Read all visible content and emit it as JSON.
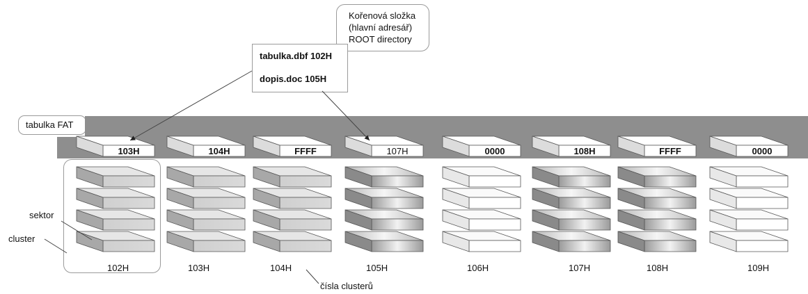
{
  "root_callout": {
    "line1": "Kořenová složka",
    "line2": "(hlavní adresář)",
    "line3": "ROOT directory"
  },
  "directory": {
    "entry1": "tabulka.dbf 102H",
    "entry2": "dopis.doc 105H"
  },
  "fat_label": "tabulka FAT",
  "fat_entries": [
    {
      "value": "103H",
      "bold": true
    },
    {
      "value": "104H",
      "bold": true
    },
    {
      "value": "FFFF",
      "bold": true
    },
    {
      "value": "107H",
      "bold": false
    },
    {
      "value": "0000",
      "bold": true
    },
    {
      "value": "108H",
      "bold": true
    },
    {
      "value": "FFFF",
      "bold": true
    },
    {
      "value": "0000",
      "bold": true
    }
  ],
  "clusters": [
    {
      "number": "102H",
      "state": "used"
    },
    {
      "number": "103H",
      "state": "used"
    },
    {
      "number": "104H",
      "state": "used"
    },
    {
      "number": "105H",
      "state": "shaded"
    },
    {
      "number": "106H",
      "state": "free"
    },
    {
      "number": "107H",
      "state": "shaded"
    },
    {
      "number": "108H",
      "state": "shaded"
    },
    {
      "number": "109H",
      "state": "free"
    }
  ],
  "labels": {
    "sektor": "sektor",
    "cluster": "cluster",
    "cluster_numbers": "čísla clusterů"
  },
  "colors": {
    "fat_band": "#8e8e8e",
    "used_top": "#e6e6e6",
    "used_front": "#cfcfcf",
    "used_side": "#a8a8a8",
    "shaded_top": "#d8d8d8",
    "shaded_front": "#b4b4b4",
    "shaded_side": "#8a8a8a",
    "free_top": "#fafafa",
    "free_front": "#ffffff",
    "free_side": "#e8e8e8",
    "stroke": "#555555"
  }
}
